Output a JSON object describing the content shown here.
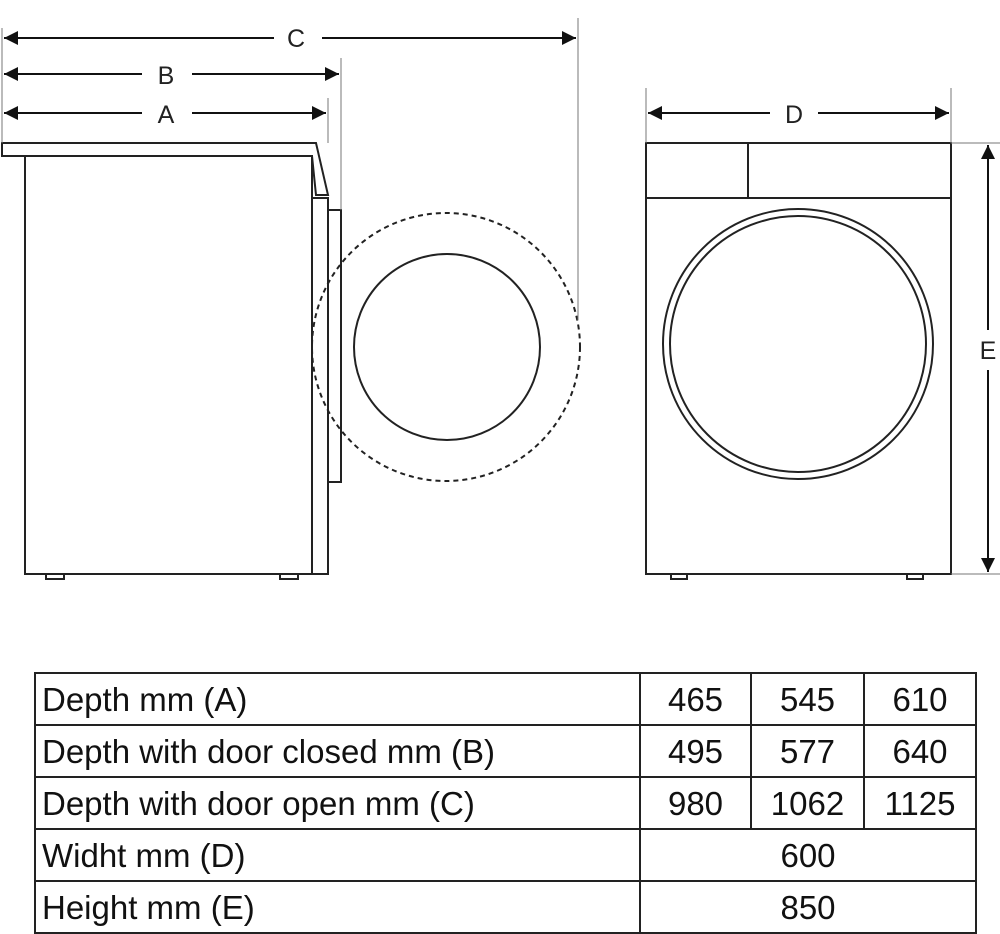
{
  "diagram": {
    "dimension_labels": {
      "a": "A",
      "b": "B",
      "c": "C",
      "d": "D",
      "e": "E"
    }
  },
  "table": {
    "rows": [
      {
        "label": "Depth mm (A)",
        "values": [
          "465",
          "545",
          "610"
        ]
      },
      {
        "label": "Depth with door closed mm (B)",
        "values": [
          "495",
          "577",
          "640"
        ]
      },
      {
        "label": "Depth with door open mm (C)",
        "values": [
          "980",
          "1062",
          "1125"
        ]
      },
      {
        "label": "Widht mm (D)",
        "values": [
          "600"
        ]
      },
      {
        "label": "Height mm (E)",
        "values": [
          "850"
        ]
      }
    ]
  }
}
